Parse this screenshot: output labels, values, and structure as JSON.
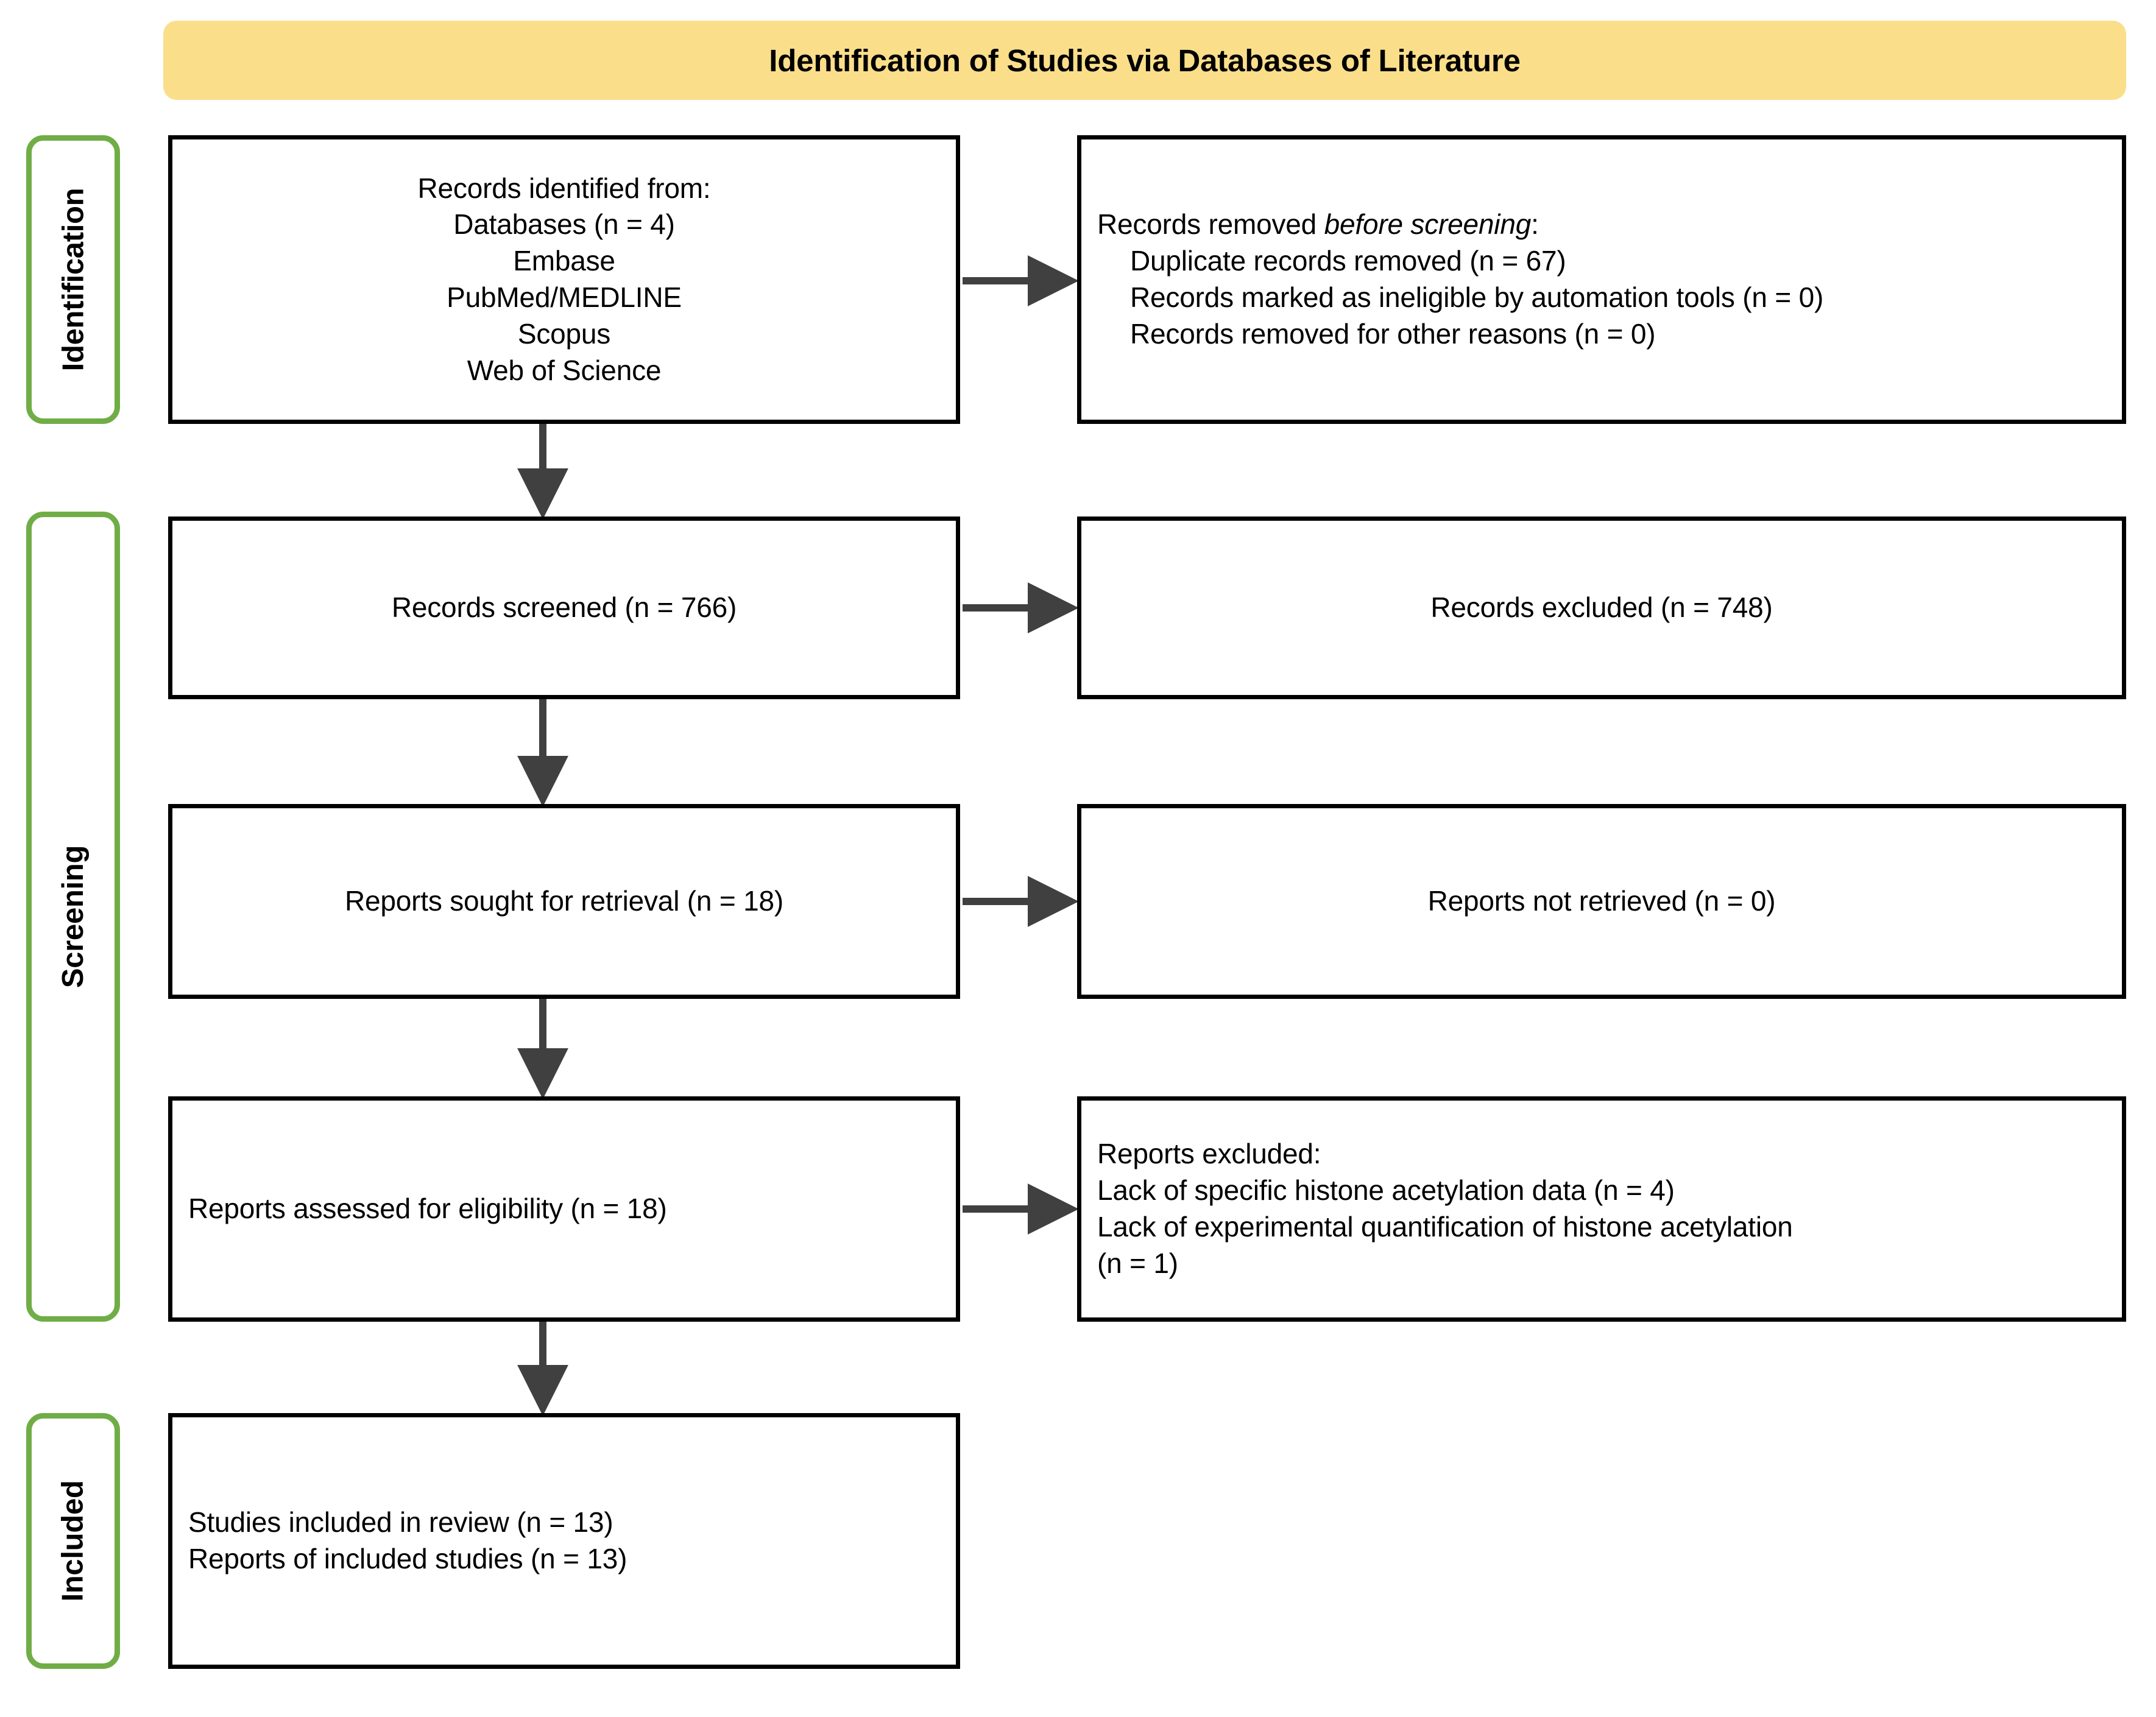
{
  "header": {
    "title": "Identification of Studies via Databases of Literature",
    "background_color": "#FADE8A"
  },
  "stage_labels": {
    "identification": "Identification",
    "screening": "Screening",
    "included": "Included",
    "border_color": "#70AD47"
  },
  "connectors": {
    "color": "#404040"
  },
  "boxes": {
    "identified": {
      "l1": "Records identified from:",
      "l2": "Databases (n = 4)",
      "l3": "Embase",
      "l4": "PubMed/MEDLINE",
      "l5": "Scopus",
      "l6": "Web of Science"
    },
    "removed_before_screening": {
      "l1_a": "Records removed ",
      "l1_b": "before screening",
      "l1_c": ":",
      "l2": "Duplicate records removed (n = 67)",
      "l3": "Records marked as ineligible by automation tools (n = 0)",
      "l4": "Records removed for other reasons (n = 0)"
    },
    "records_screened": {
      "l1": "Records screened (n = 766)"
    },
    "records_excluded": {
      "l1": "Records excluded (n = 748)"
    },
    "reports_sought": {
      "l1": "Reports sought for retrieval (n = 18)"
    },
    "reports_not_retrieved": {
      "l1": "Reports not retrieved (n = 0)"
    },
    "reports_assessed": {
      "l1": "Reports assessed for eligibility (n = 18)"
    },
    "reports_excluded": {
      "l1": "Reports excluded:",
      "l2": "Lack of specific histone acetylation data (n = 4)",
      "l3": "Lack of experimental quantification of histone acetylation",
      "l4": "(n = 1)"
    },
    "included": {
      "l1": "Studies included in review (n = 13)",
      "l2": "Reports of included studies (n = 13)"
    }
  }
}
